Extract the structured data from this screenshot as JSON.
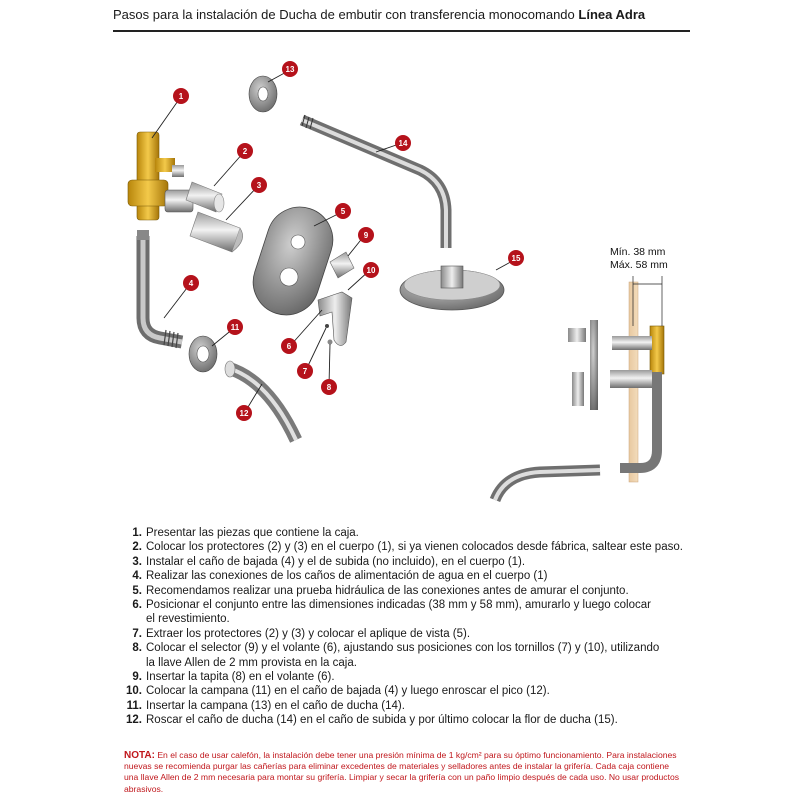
{
  "header": {
    "title_prefix": "Pasos para la instalación de Ducha de embutir con transferencia monocomando",
    "title_bold": "Línea Adra"
  },
  "diagram": {
    "callouts": [
      "1",
      "2",
      "3",
      "4",
      "5",
      "6",
      "7",
      "8",
      "9",
      "10",
      "11",
      "12",
      "13",
      "14",
      "15"
    ],
    "dimension_min": "Mín. 38 mm",
    "dimension_max": "Máx. 58 mm",
    "badge_color": "#b5121b"
  },
  "steps": [
    {
      "num": "1.",
      "text": "Presentar las piezas que contiene la caja."
    },
    {
      "num": "2.",
      "text": "Colocar los protectores (2) y (3) en el cuerpo (1), si ya vienen colocados desde fábrica, saltear este paso."
    },
    {
      "num": "3.",
      "text": "Instalar el caño de bajada (4) y el de subida (no incluido), en el cuerpo (1)."
    },
    {
      "num": "4.",
      "text": "Realizar las conexiones de los caños de alimentación de agua en el cuerpo (1)"
    },
    {
      "num": "5.",
      "text": "Recomendamos realizar una prueba hidráulica de las conexiones antes de amurar el conjunto."
    },
    {
      "num": "6.",
      "text": "Posicionar el conjunto entre las dimensiones indicadas (38 mm y 58 mm), amurarlo y luego colocar"
    },
    {
      "num": "",
      "text": "el revestimiento."
    },
    {
      "num": "7.",
      "text": "Extraer los protectores (2) y (3) y colocar el aplique de vista (5)."
    },
    {
      "num": "8.",
      "text": "Colocar el selector (9) y el volante (6), ajustando sus posiciones con los tornillos (7) y (10), utilizando"
    },
    {
      "num": "",
      "text": "la llave Allen de 2 mm provista en la caja."
    },
    {
      "num": "9.",
      "text": "Insertar la tapita (8) en el volante (6)."
    },
    {
      "num": "10.",
      "text": "Colocar la campana (11) en el caño de bajada (4) y luego enroscar el pico (12)."
    },
    {
      "num": "11.",
      "text": "Insertar la campana (13) en el caño de ducha (14)."
    },
    {
      "num": "12.",
      "text": "Roscar el caño de ducha (14) en el caño de subida y por último colocar la flor de ducha (15)."
    }
  ],
  "note": {
    "label": "NOTA:",
    "text": "En el caso de usar calefón, la instalación debe tener una presión mínima de 1 kg/cm² para su óptimo funcionamiento. Para instalaciones nuevas se recomienda purgar las cañerías para eliminar excedentes de materiales y selladores antes de instalar la grifería. Cada caja contiene una llave Allen de 2 mm necesaria para montar su grifería. Limpiar y secar la grifería con un paño limpio después de cada uso. No usar productos abrasivos."
  }
}
